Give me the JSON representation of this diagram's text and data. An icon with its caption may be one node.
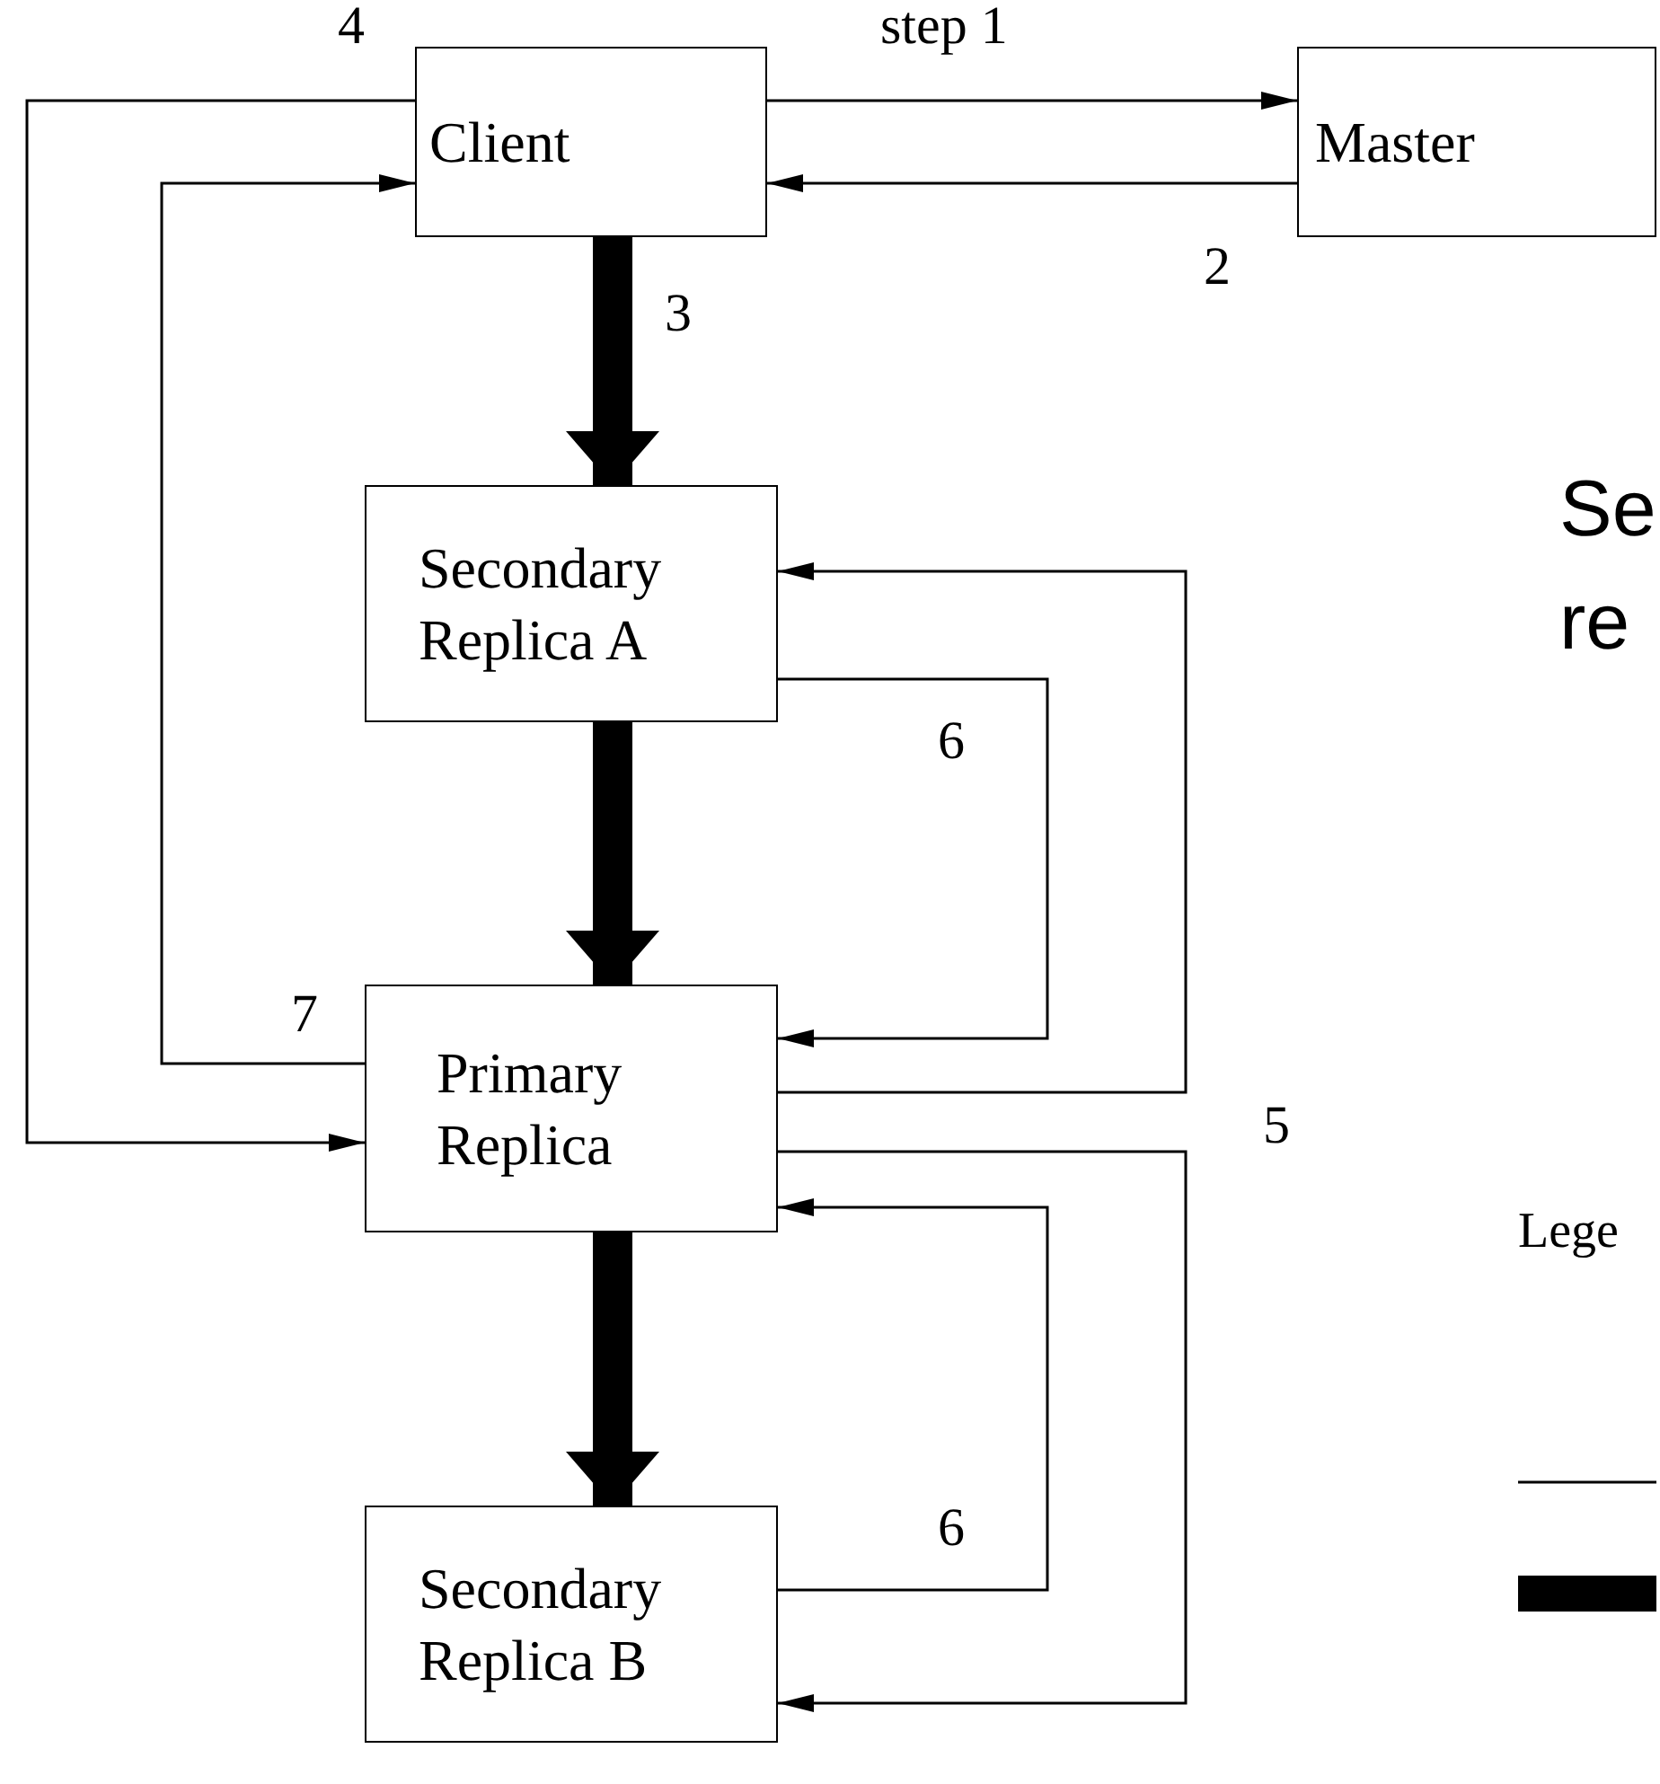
{
  "diagram": {
    "nodes": [
      {
        "text": [
          "Client"
        ]
      },
      {
        "text": [
          "Master"
        ]
      },
      {
        "text": [
          "Secondary Replica A"
        ]
      },
      {
        "text": [
          "Primary Replica"
        ]
      },
      {
        "text": [
          "Secondary Replica B"
        ]
      }
    ],
    "edges": [
      {
        "from": 0,
        "to": 1,
        "arrow": "to",
        "label": "step 1"
      },
      {
        "from": 1,
        "to": 0,
        "arrow": "to",
        "label": "2"
      },
      {
        "from": 0,
        "to": 2,
        "arrow": "to",
        "label": "3",
        "style": "thick"
      },
      {
        "from": 2,
        "to": 3,
        "arrow": "to",
        "style": "thick"
      },
      {
        "from": 3,
        "to": 4,
        "arrow": "to",
        "style": "thick"
      },
      {
        "from": 0,
        "to": 3,
        "arrow": "to",
        "label": "4"
      },
      {
        "from": 3,
        "to": 0,
        "arrow": "to",
        "label": "7"
      },
      {
        "from": 3,
        "to": 2,
        "arrow": "to"
      },
      {
        "from": 3,
        "to": 4,
        "arrow": "to",
        "label": "5"
      },
      {
        "from": 2,
        "to": 3,
        "arrow": "to",
        "label": "6"
      },
      {
        "from": 4,
        "to": 3,
        "arrow": "to",
        "label": "6"
      }
    ],
    "labels": [
      "Se",
      "re",
      "Lege"
    ]
  }
}
